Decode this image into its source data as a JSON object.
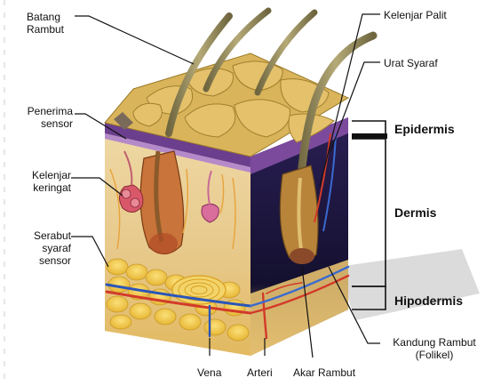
{
  "labels": {
    "batang_rambut": "Batang\nRambut",
    "penerima_sensor": "Penerima\nsensor",
    "kelenjar_keringat": "Kelenjar\nkeringat",
    "serabut_syaraf_sensor": "Serabut\nsyaraf\nsensor",
    "kelenjar_palit": "Kelenjar Palit",
    "urat_syaraf": "Urat  Syaraf",
    "vena": "Vena",
    "arteri": "Arteri",
    "akar_rambut": "Akar Rambut",
    "kandung_rambut": "Kandung Rambut\n(Folikel)"
  },
  "layers": {
    "epidermis": "Epidermis",
    "dermis": "Dermis",
    "hipodermis": "Hipodermis"
  },
  "colors": {
    "skin_top": "#d9b45a",
    "dermis": "#e9cf93",
    "fat": "#f2c84a",
    "epidermis_band": "#6b3e8e",
    "hair": "#8a7f4c",
    "artery": "#d23a2a",
    "vein": "#2a56b8",
    "dark_face": "#1c1640"
  }
}
